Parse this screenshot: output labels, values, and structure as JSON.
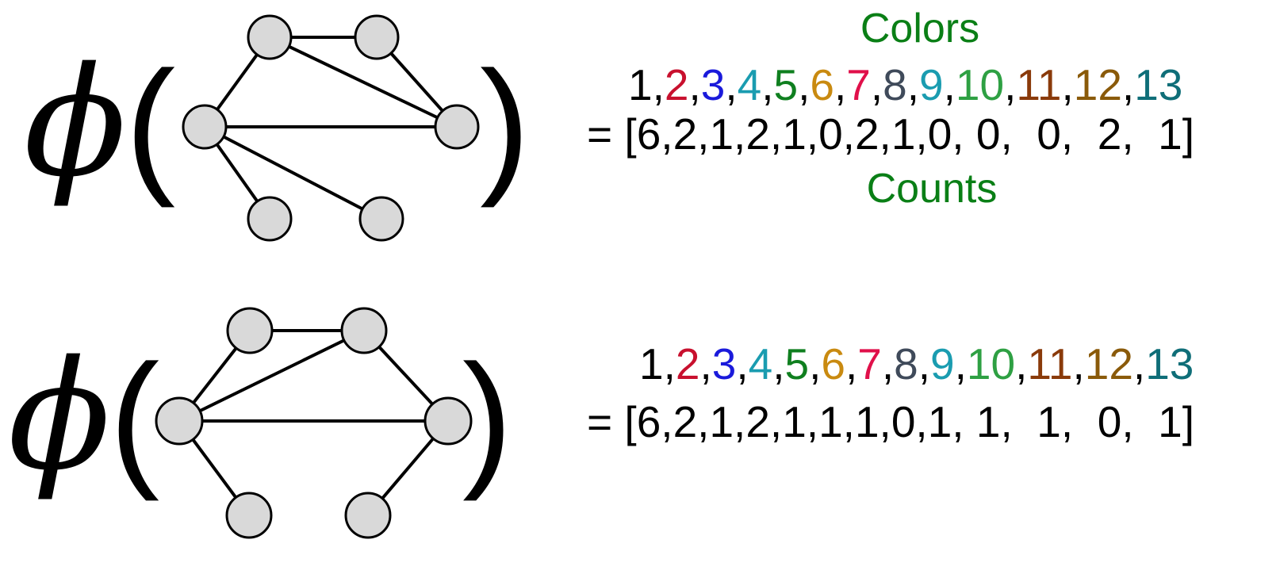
{
  "symbol": "ϕ",
  "open_paren": "(",
  "close_paren": ")",
  "colors_title": "Colors",
  "counts_title": "Counts",
  "eq_prefix": "= [",
  "eq_suffix": "]",
  "colors": [
    {
      "label": "1",
      "color": "#000000"
    },
    {
      "label": "2",
      "color": "#c8102e"
    },
    {
      "label": "3",
      "color": "#1a1adb"
    },
    {
      "label": "4",
      "color": "#1a9cb0"
    },
    {
      "label": "5",
      "color": "#0f7f1f"
    },
    {
      "label": "6",
      "color": "#c98a10"
    },
    {
      "label": "7",
      "color": "#e0104a"
    },
    {
      "label": "8",
      "color": "#3f4a5a"
    },
    {
      "label": "9",
      "color": "#1a9cb0"
    },
    {
      "label": "10",
      "color": "#2ea043"
    },
    {
      "label": "11",
      "color": "#8a3a0a"
    },
    {
      "label": "12",
      "color": "#8a5a0a"
    },
    {
      "label": "13",
      "color": "#0f6e78"
    }
  ],
  "graphs": [
    {
      "nodes": [
        "n1",
        "n2",
        "n3",
        "n4",
        "n5",
        "n6"
      ],
      "edges": [
        [
          "n1",
          "n2"
        ],
        [
          "n1",
          "n3"
        ],
        [
          "n1",
          "n4"
        ],
        [
          "n2",
          "n4"
        ],
        [
          "n3",
          "n4"
        ],
        [
          "n3",
          "n5"
        ],
        [
          "n3",
          "n6"
        ]
      ],
      "counts": [
        "6",
        "2",
        "1",
        "2",
        "1",
        "0",
        "2",
        "1",
        "0",
        " 0",
        "  0",
        "  2",
        "  1"
      ]
    },
    {
      "nodes": [
        "n1",
        "n2",
        "n3",
        "n4",
        "n5",
        "n6"
      ],
      "edges": [
        [
          "n1",
          "n2"
        ],
        [
          "n1",
          "n3"
        ],
        [
          "n2",
          "n3"
        ],
        [
          "n2",
          "n4"
        ],
        [
          "n3",
          "n4"
        ],
        [
          "n3",
          "n5"
        ],
        [
          "n4",
          "n6"
        ]
      ],
      "counts": [
        "6",
        "2",
        "1",
        "2",
        "1",
        "1",
        "1",
        "0",
        "1",
        " 1",
        "  1",
        "  0",
        "  1"
      ]
    }
  ]
}
